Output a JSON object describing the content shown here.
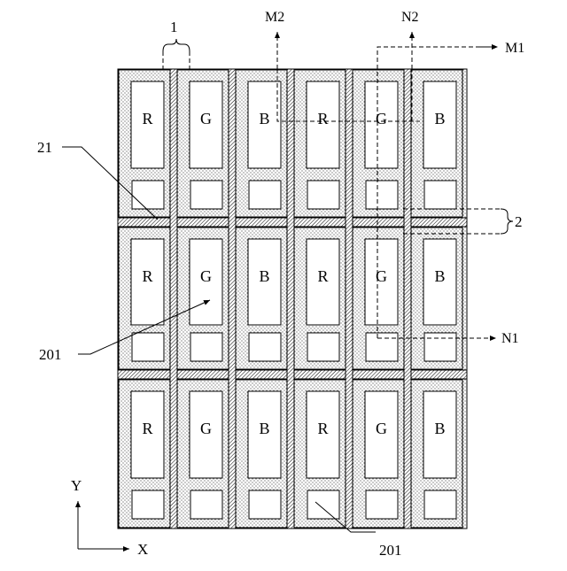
{
  "subpixel_row": [
    "R",
    "G",
    "B",
    "R",
    "G",
    "B"
  ],
  "labels": {
    "col_group": "1",
    "row_group": "2",
    "line_21": "21",
    "pixel_201_left": "201",
    "pixel_201_bottom": "201"
  },
  "section_lines": {
    "m1": "M1",
    "m2": "M2",
    "n1": "N1",
    "n2": "N2"
  },
  "axes": {
    "x": "X",
    "y": "Y"
  }
}
